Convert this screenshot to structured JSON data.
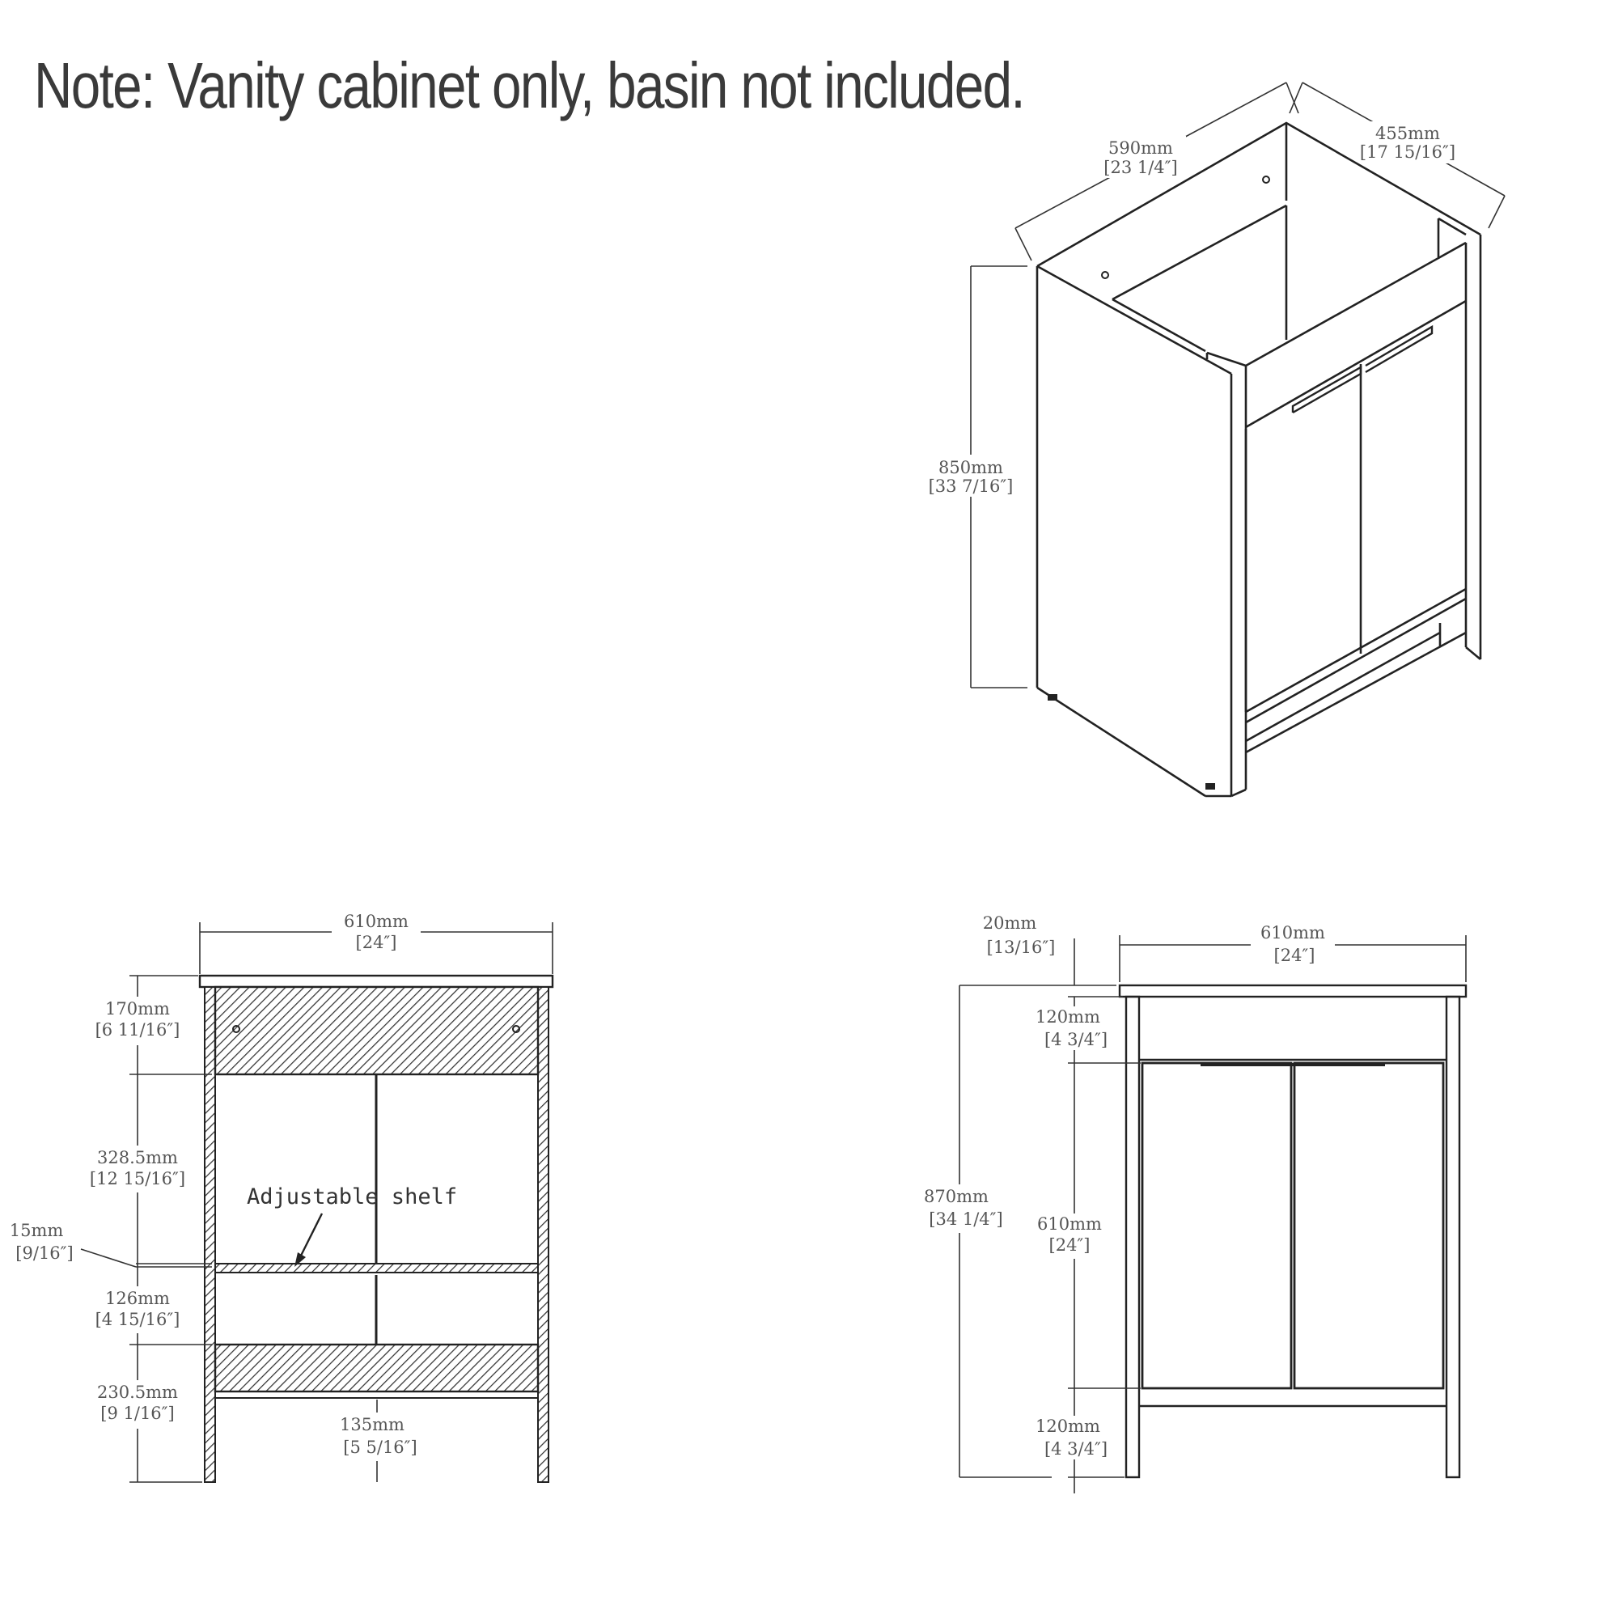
{
  "note": "Note: Vanity cabinet only, basin not included.",
  "iso": {
    "width": {
      "mm": "590mm",
      "in": "[23 1/4″]"
    },
    "depth": {
      "mm": "455mm",
      "in": "[17 15/16″]"
    },
    "height": {
      "mm": "850mm",
      "in": "[33 7/16″]"
    }
  },
  "section": {
    "width": {
      "mm": "610mm",
      "in": "[24″]"
    },
    "top_rail": {
      "mm": "170mm",
      "in": "[6 11/16″]"
    },
    "upper_space": {
      "mm": "328.5mm",
      "in": "[12 15/16″]"
    },
    "shelf_thickness": {
      "mm": "15mm",
      "in": "[9/16″]"
    },
    "lower_space": {
      "mm": "126mm",
      "in": "[4 15/16″]"
    },
    "bottom": {
      "mm": "230.5mm",
      "in": "[9 1/16″]"
    },
    "leg_clearance": {
      "mm": "135mm",
      "in": "[5 5/16″]"
    },
    "shelf_label": "Adjustable shelf"
  },
  "front": {
    "top_thickness": {
      "mm": "20mm",
      "in": "[13/16″]"
    },
    "width": {
      "mm": "610mm",
      "in": "[24″]"
    },
    "top_rail": {
      "mm": "120mm",
      "in": "[4 3/4″]"
    },
    "overall_height": {
      "mm": "870mm",
      "in": "[34 1/4″]"
    },
    "door_height": {
      "mm": "610mm",
      "in": "[24″]"
    },
    "bottom_rail": {
      "mm": "120mm",
      "in": "[4 3/4″]"
    }
  }
}
